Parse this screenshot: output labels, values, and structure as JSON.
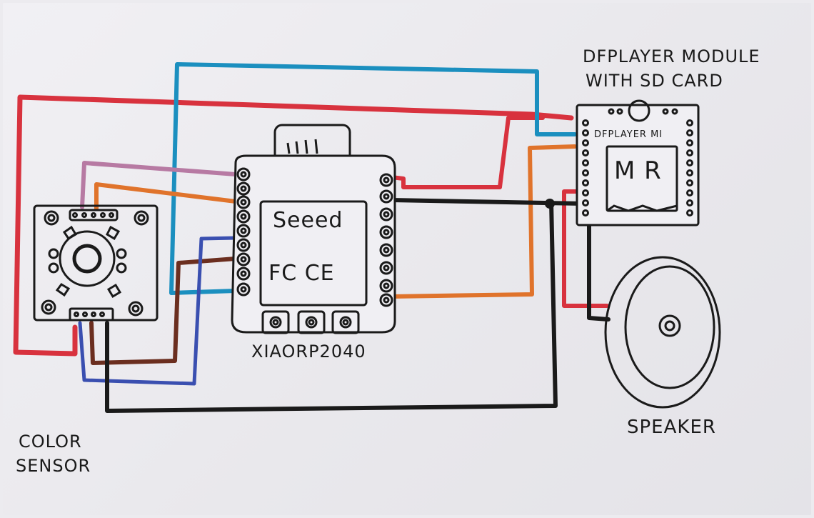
{
  "labels": {
    "dfplayer_title_line1": "DFPLAYER MODULE",
    "dfplayer_title_line2": "WITH SD CARD",
    "dfplayer_chip_text": "DFPLAYER MI",
    "dfplayer_sd_text": "M R",
    "board_brand": "Seeed",
    "board_cert": "FC CE",
    "board_name": "XIAORP2040",
    "speaker": "SPEAKER",
    "color_sensor_line1": "COLOR",
    "color_sensor_line2": "SENSOR"
  },
  "wire_colors": {
    "red": "#d8323e",
    "blue": "#1b8fbf",
    "purple": "#b77aa3",
    "orange": "#e0732b",
    "brown": "#6b2e1f",
    "navy": "#3a4fb0",
    "black": "#1a1a1a"
  },
  "components": [
    "color-sensor",
    "xiao-rp2040",
    "dfplayer-module",
    "speaker"
  ]
}
